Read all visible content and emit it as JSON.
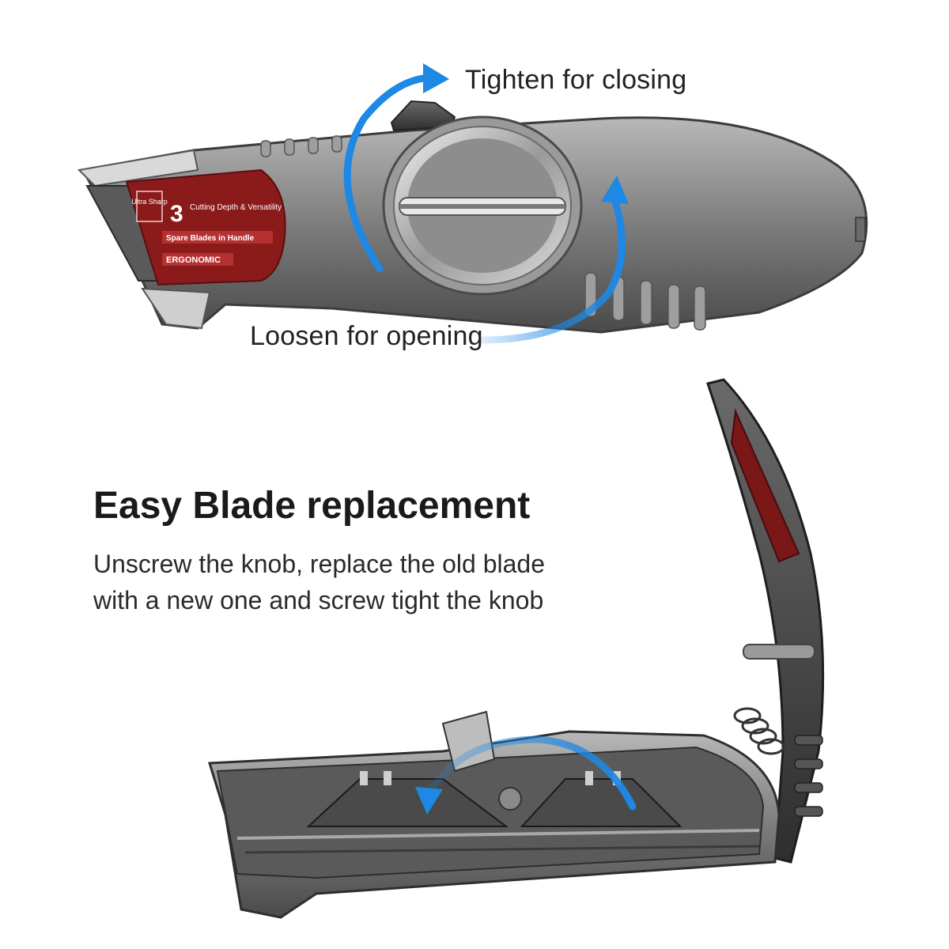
{
  "callouts": {
    "tighten": "Tighten for closing",
    "loosen": "Loosen for opening"
  },
  "feature": {
    "title": "Easy Blade replacement",
    "description_lines": [
      "Unscrew the knob, replace the old blade",
      "with a new one and screw tight the knob"
    ]
  },
  "product_label": {
    "badge": "Ultra Sharp",
    "number": "3",
    "headline": "Cutting Depth & Versatility",
    "line2": "Spare Blades in Handle",
    "line3": "ERGONOMIC"
  },
  "colors": {
    "arrow_blue": "#1e88e5",
    "label_red": "#8b1a1a",
    "body_gray": "#8a8a8a"
  }
}
